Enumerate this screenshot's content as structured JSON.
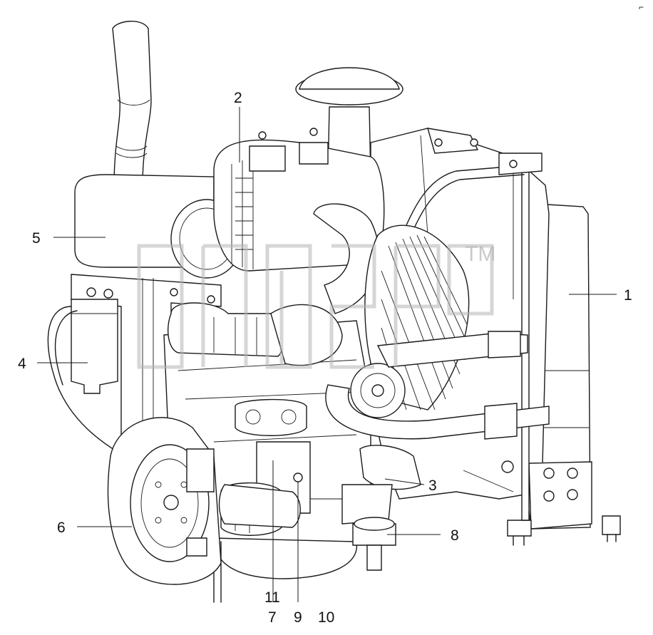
{
  "watermark": {
    "mark": "TM"
  },
  "callouts": [
    {
      "id": "c1",
      "text": "1"
    },
    {
      "id": "c2",
      "text": "2"
    },
    {
      "id": "c3",
      "text": "3"
    },
    {
      "id": "c4",
      "text": "4"
    },
    {
      "id": "c5",
      "text": "5"
    },
    {
      "id": "c6",
      "text": "6"
    },
    {
      "id": "c7",
      "text": "7"
    },
    {
      "id": "c8",
      "text": "8"
    },
    {
      "id": "c9",
      "text": "9"
    },
    {
      "id": "c10",
      "text": "10"
    },
    {
      "id": "c11",
      "text": "11"
    }
  ],
  "corner_mark": "⌐"
}
